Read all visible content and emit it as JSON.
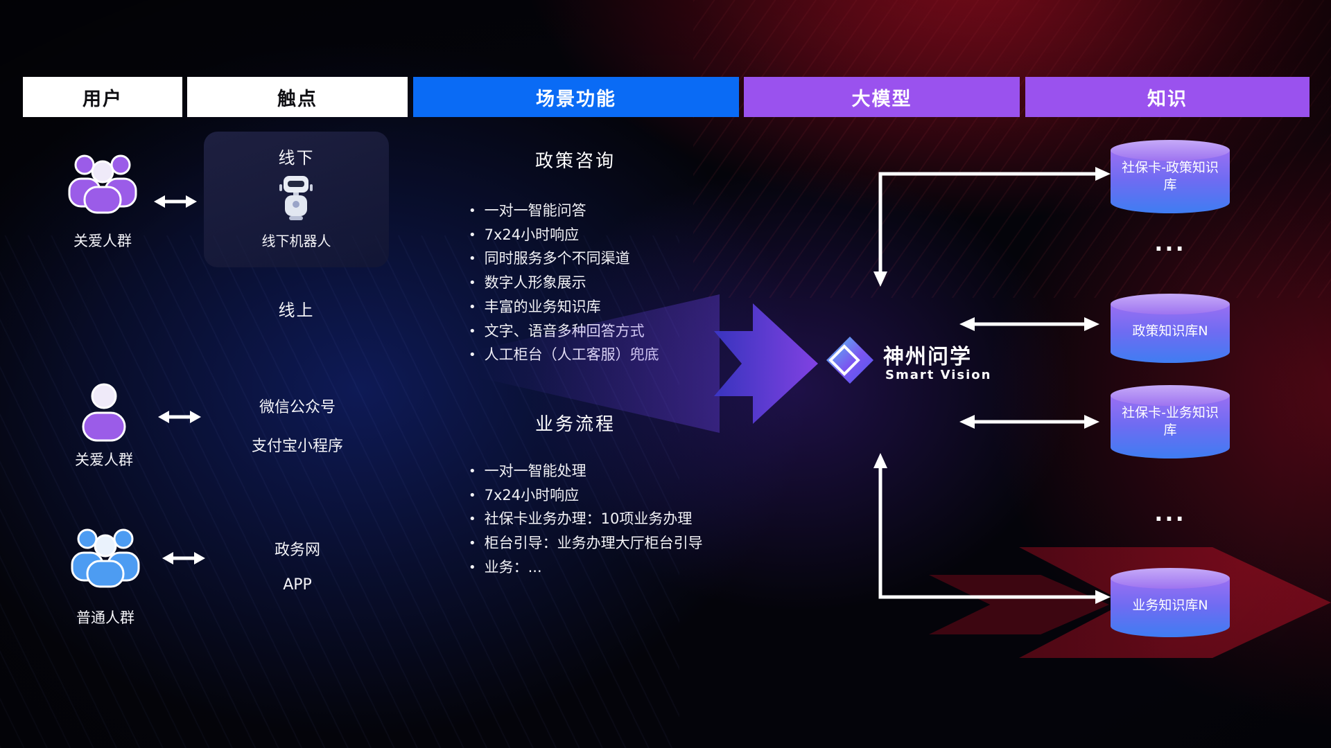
{
  "header": {
    "columns": [
      {
        "label": "用户"
      },
      {
        "label": "触点"
      },
      {
        "label": "场景功能"
      },
      {
        "label": "大模型"
      },
      {
        "label": "知识"
      }
    ]
  },
  "users": [
    {
      "label": "关爱人群",
      "icon": "user-group-purple-icon"
    },
    {
      "label": "关爱人群",
      "icon": "user-single-purple-icon"
    },
    {
      "label": "普通人群",
      "icon": "user-group-blue-icon"
    }
  ],
  "touchpoints": {
    "offline_title": "线下",
    "offline_robot_label": "线下机器人",
    "online_title": "线上",
    "channels": [
      "微信公众号",
      "支付宝小程序",
      "政务网",
      "APP"
    ]
  },
  "scenarios": [
    {
      "title": "政策咨询",
      "items": [
        "一对一智能问答",
        "7x24小时响应",
        "同时服务多个不同渠道",
        "数字人形象展示",
        "丰富的业务知识库",
        "文字、语音多种回答方式",
        "人工柜台（人工客服）兜底"
      ]
    },
    {
      "title": "业务流程",
      "items": [
        "一对一智能处理",
        "7x24小时响应",
        "社保卡业务办理：10项业务办理",
        "柜台引导：业务办理大厅柜台引导",
        "业务：..."
      ]
    }
  ],
  "model": {
    "name": "神州问学",
    "subtitle": "Smart Vision"
  },
  "knowledge": {
    "items": [
      {
        "label": "社保卡-政策知识库"
      },
      {
        "label": "政策知识库N"
      },
      {
        "label": "社保卡-业务知识库"
      },
      {
        "label": "业务知识库N"
      }
    ],
    "ellipsis": "..."
  },
  "colors": {
    "header_blue": "#0a6bf5",
    "header_purple": "#9a52ee",
    "cylinder_purple": "#9a6ff2",
    "cylinder_blue": "#3f7df2",
    "accent_red": "#b01228",
    "text_white": "#f4f4f8"
  }
}
